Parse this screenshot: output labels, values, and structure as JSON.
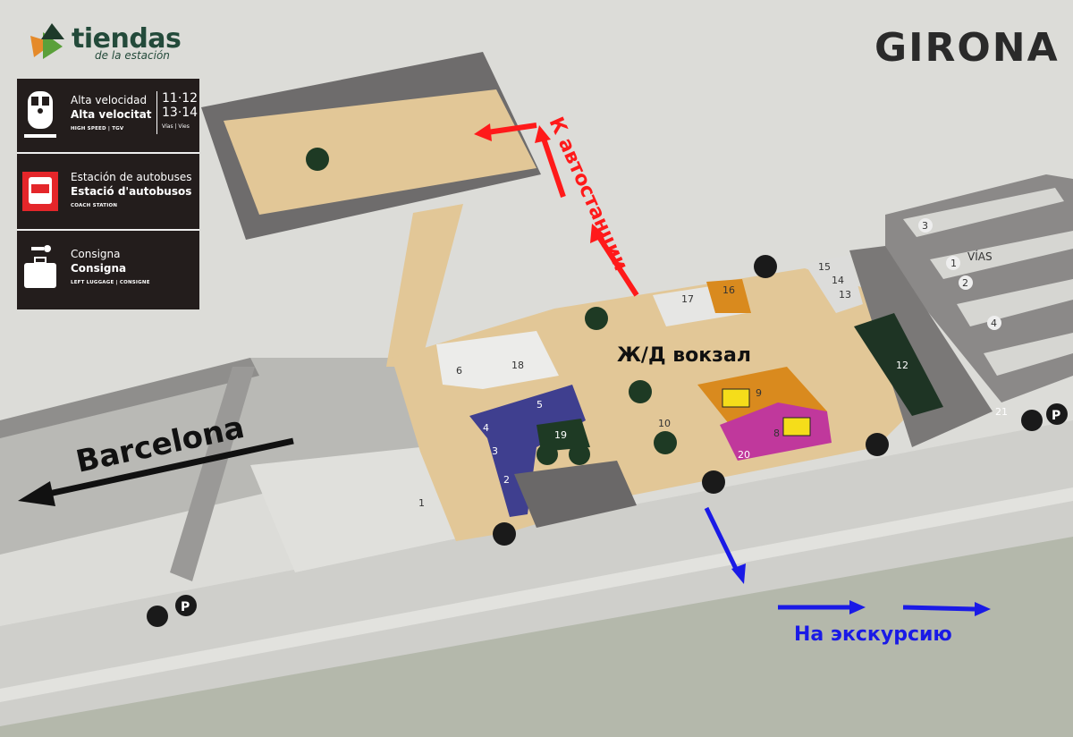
{
  "header": {
    "brand_main": "tiendas",
    "brand_sub": "de la estación",
    "city": "GIRONA"
  },
  "legend": [
    {
      "icon": "train-icon",
      "line1": "Alta velocidad",
      "line2": "Alta velocitat",
      "line3": "HIGH SPEED | TGV",
      "tracks1": "11·12",
      "tracks2": "13·14",
      "tracks_label": "Vías | Vies"
    },
    {
      "icon": "bus-icon",
      "line1": "Estación de autobuses",
      "line2": "Estació d'autobusos",
      "line3": "COACH STATION"
    },
    {
      "icon": "luggage-icon",
      "line1": "Consigna",
      "line2": "Consigna",
      "line3": "LEFT LUGGAGE | CONSIGNE"
    }
  ],
  "annotations": {
    "bus_station": "К автостанции",
    "railway_station": "Ж/Д вокзал",
    "barcelona": "Barcelona",
    "excursion": "На экскурсию",
    "tracks": "VÍAS"
  },
  "colors": {
    "red_arrow": "#ff1a1a",
    "blue_arrow": "#1a1ae6",
    "floor": "#e3c99a",
    "purple": "#3f3f8f",
    "orange": "#d98a1e",
    "magenta": "#c0389c",
    "green": "#1e3a24"
  },
  "rooms": [
    "1",
    "2",
    "3",
    "4",
    "5",
    "6",
    "8",
    "9",
    "10",
    "12",
    "13",
    "14",
    "15",
    "16",
    "17",
    "18",
    "19",
    "20",
    "21"
  ],
  "tracks": [
    "3",
    "1",
    "2",
    "4"
  ],
  "parking_label": "P"
}
